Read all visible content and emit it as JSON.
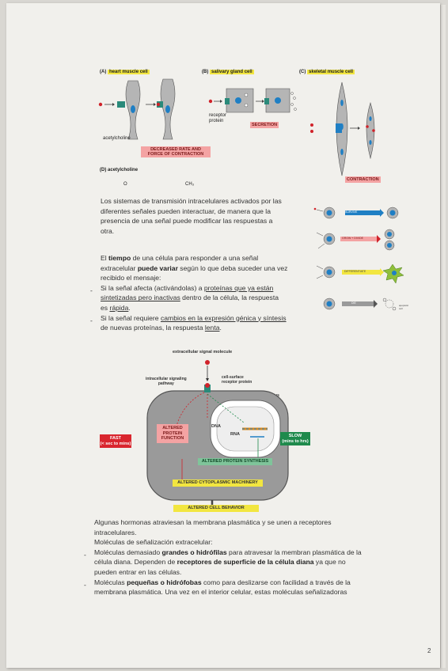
{
  "figure1": {
    "panel_a_label": "(A)",
    "panel_a_title": "heart muscle cell",
    "panel_b_label": "(B)",
    "panel_b_title": "salivary gland cell",
    "panel_c_label": "(C)",
    "panel_c_title": "skeletal muscle cell",
    "acetylcholine": "acetylcholine",
    "receptor_protein_1": "receptor",
    "receptor_protein_2": "protein",
    "secretion": "SECRETION",
    "decreased_1": "DECREASED RATE AND",
    "decreased_2": "FORCE OF CONTRACTION",
    "contraction": "CONTRACTION",
    "panel_d_label": "(D)",
    "panel_d_title": "acetylcholine",
    "o_symbol": "O",
    "ch3_symbol": "CH₃"
  },
  "side_figure": {
    "survive": "SURVIVE",
    "grow_divide": "GROW + DIVIDE",
    "differentiate": "DIFFERENTIATE",
    "die": "DIE",
    "apoptotic_1": "apoptotic",
    "apoptotic_2": "cell"
  },
  "para1": {
    "l1": "Los sistemas de transmisión intracelulares activados por las",
    "l2": "diferentes señales pueden interactuar, de manera que la",
    "l3": "presencia de una señal puede modificar las respuestas a",
    "l4": "otra."
  },
  "para2": {
    "l1a": "El ",
    "l1b": "tiempo",
    "l1c": " de una célula para responder a una señal",
    "l2a": "extracelular ",
    "l2b": "puede variar",
    "l2c": " según lo que deba suceder una vez",
    "l3": "recibido el mensaje:",
    "b1_l1a": "Si la señal afecta (activándolas) a ",
    "b1_l1b": "proteínas que ya están",
    "b1_l2a": "sintetizadas pero inactivas",
    "b1_l2b": " dentro de la célula, la respuesta",
    "b1_l3a": "es ",
    "b1_l3b": "rápida",
    "b1_l3c": ".",
    "b2_l1a": "Si la señal requiere ",
    "b2_l1b": "cambios en la expresión génica y síntesis",
    "b2_l2a": "de nuevas proteínas, la respuesta ",
    "b2_l2b": "lenta",
    "b2_l2c": ".",
    "bullet_char": "-"
  },
  "figure2": {
    "signal_molecule": "extracellular signal molecule",
    "pathway_1": "intracellular signaling",
    "pathway_2": "pathway",
    "receptor_1": "cell-surface",
    "receptor_2": "receptor protein",
    "nucleus": "nucleus",
    "dna": "DNA",
    "rna": "RNA",
    "altered_protein_1": "ALTERED",
    "altered_protein_2": "PROTEIN",
    "altered_protein_3": "FUNCTION",
    "fast_1": "FAST",
    "fast_2": "(< sec to mins)",
    "slow_1": "SLOW",
    "slow_2": "(mins to hrs)",
    "altered_synthesis": "ALTERED PROTEIN SYNTHESIS",
    "altered_machinery": "ALTERED CYTOPLASMIC MACHINERY",
    "altered_behavior": "ALTERED CELL BEHAVIOR"
  },
  "para3": {
    "l1": "Algunas hormonas atraviesan la membrana plasmática y se unen a receptores",
    "l2": "intracelulares.",
    "l3": "Moléculas de señalización extracelular:",
    "b1_l1a": "Moléculas demasiado ",
    "b1_l1b": "grandes o hidrófilas",
    "b1_l1c": " para atravesar la membran plasmática de la",
    "b1_l2a": "célula diana. Dependen de ",
    "b1_l2b": "receptores de superficie de la célula diana",
    "b1_l2c": " ya que no",
    "b1_l3": "pueden entrar en las células.",
    "b2_l1a": "Moléculas  ",
    "b2_l1b": "pequeñas o hidrófobas",
    "b2_l1c": " como para deslizarse con facilidad a través de la",
    "b2_l2": "membrana plasmática. Una vez en el interior celular, estas moléculas señalizadoras",
    "bullet_char": "-"
  },
  "page_number": "2",
  "colors": {
    "yellow_highlight": "#f2e640",
    "pink_label": "#f4a3a3",
    "red_fast": "#d9262e",
    "green_slow": "#1f8a4c",
    "cell_gray": "#9a9a9a",
    "nucleus_blue": "#1f7fc4"
  }
}
